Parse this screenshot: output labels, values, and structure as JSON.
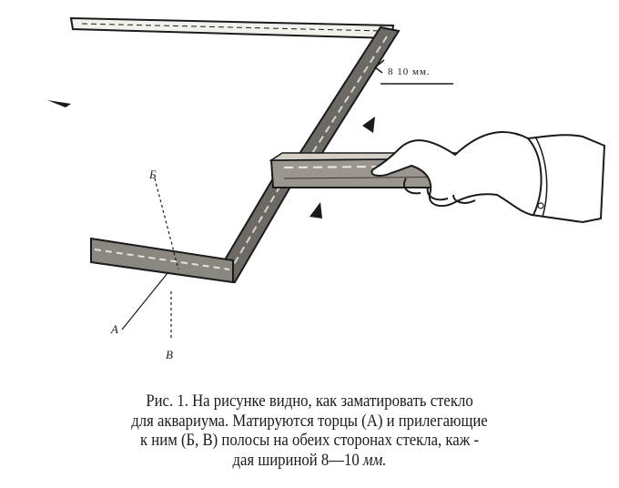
{
  "figure": {
    "dimension_label": "8 10 мм.",
    "markers": {
      "b_top": "Б",
      "b_bottom": "В",
      "a": "А"
    }
  },
  "caption": {
    "line1": "Рис. 1. На  рисунке видно, как заматировать  стекло",
    "line2": "для аквариума. Матируются торцы (А) и прилегающие",
    "line3": "к ним (Б, В) полосы  на обеих сторонах стекла, каж -",
    "line4_text": "дая шириной 8—10 ",
    "line4_unit": "мм."
  }
}
